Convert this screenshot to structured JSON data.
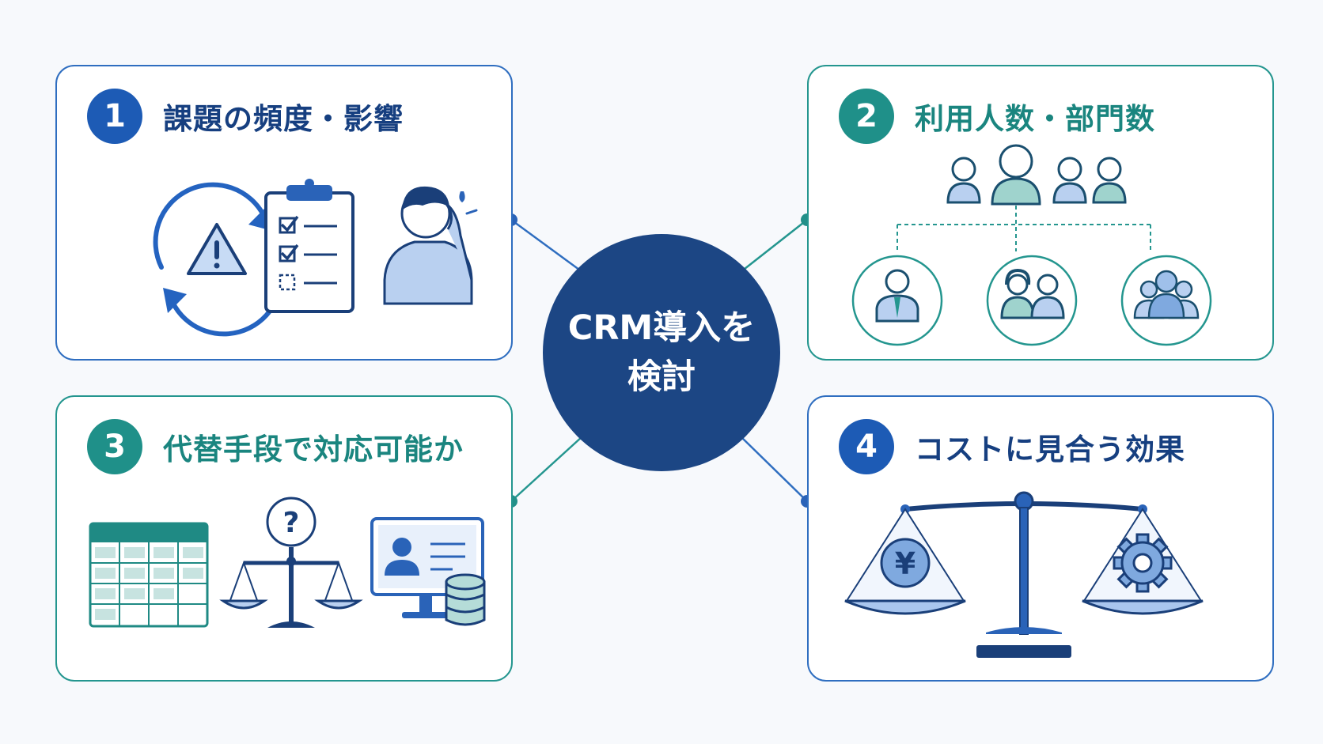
{
  "center": {
    "line1": "CRM導入を",
    "line2": "検討"
  },
  "cards": [
    {
      "number": "1",
      "title": "課題の頻度・影響"
    },
    {
      "number": "2",
      "title": "利用人数・部門数"
    },
    {
      "number": "3",
      "title": "代替手段で対応可能か"
    },
    {
      "number": "4",
      "title": "コストに見合う効果",
      "currency_symbol": "¥"
    }
  ],
  "colors": {
    "navy": "#1c4684",
    "blue": "#2f6ec0",
    "teal": "#24968f",
    "light_blue": "#a9c6ee",
    "light_teal": "#b5dcd8"
  },
  "icons": {
    "card1": [
      "cycle-warning-icon",
      "checklist-icon",
      "worried-person-icon"
    ],
    "card2": [
      "people-group-icon",
      "department-icon"
    ],
    "card3": [
      "spreadsheet-icon",
      "question-scale-icon",
      "computer-database-icon"
    ],
    "card4": [
      "cost-benefit-scale-icon",
      "yen-icon",
      "gear-icon"
    ]
  }
}
